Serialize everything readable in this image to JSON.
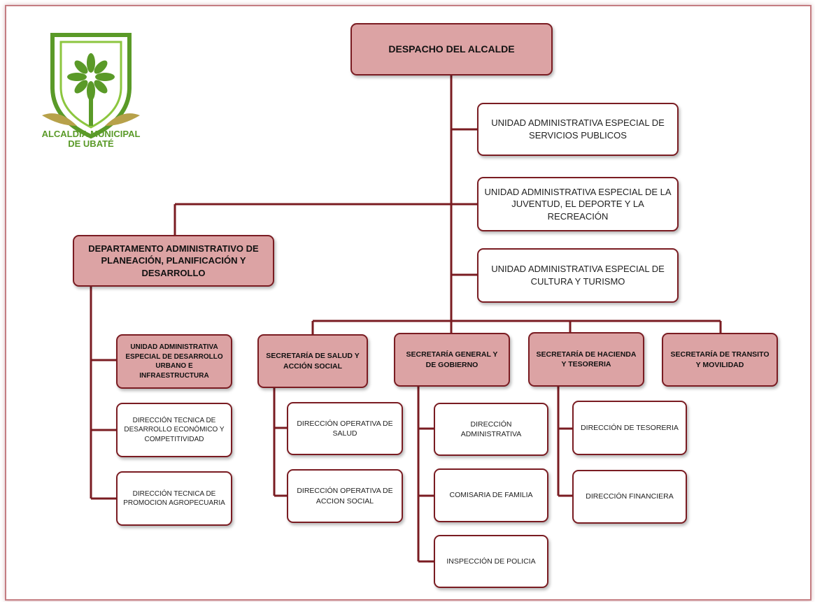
{
  "logo": {
    "line1": "ALCALDÍA MUNICIPAL",
    "line2": "DE UBATÉ"
  },
  "boxes": {
    "despacho": "DESPACHO DEL ALCALDE",
    "uae_servicios": "UNIDAD ADMINISTRATIVA ESPECIAL DE SERVICIOS PUBLICOS",
    "uae_juventud": "UNIDAD ADMINISTRATIVA ESPECIAL DE LA JUVENTUD, EL DEPORTE Y LA RECREACIÓN",
    "uae_cultura": "UNIDAD ADMINISTRATIVA ESPECIAL DE CULTURA Y TURISMO",
    "planeacion": "DEPARTAMENTO ADMINISTRATIVO DE PLANEACIÓN, PLANIFICACIÓN Y DESARROLLO",
    "uae_urbano": "UNIDAD ADMINISTRATIVA ESPECIAL DE DESARROLLO URBANO E INFRAESTRUCTURA",
    "dir_economico": "DIRECCIÓN TECNICA DE DESARROLLO ECONÓMICO Y COMPETITIVIDAD",
    "dir_agropecuaria": "DIRECCIÓN TECNICA DE PROMOCION AGROPECUARIA",
    "sec_salud": "SECRETARÍA DE SALUD Y ACCIÓN SOCIAL",
    "dir_salud": "DIRECCIÓN OPERATIVA DE SALUD",
    "dir_accion": "DIRECCIÓN OPERATIVA DE ACCION SOCIAL",
    "sec_general": "SECRETARÍA GENERAL Y DE GOBIERNO",
    "dir_administrativa": "DIRECCIÓN ADMINISTRATIVA",
    "comisaria": "COMISARIA DE FAMILIA",
    "inspeccion": "INSPECCIÓN DE POLICIA",
    "sec_hacienda": "SECRETARÍA DE HACIENDA Y TESORERIA",
    "dir_tesoreria": "DIRECCIÓN DE TESORERIA",
    "dir_financiera": "DIRECCIÓN FINANCIERA",
    "sec_transito": "SECRETARÍA DE TRANSITO Y MOVILIDAD"
  },
  "colors": {
    "box_fill": "#dca3a4",
    "line": "#7a1c22",
    "logo_green": "#5a9a28"
  }
}
